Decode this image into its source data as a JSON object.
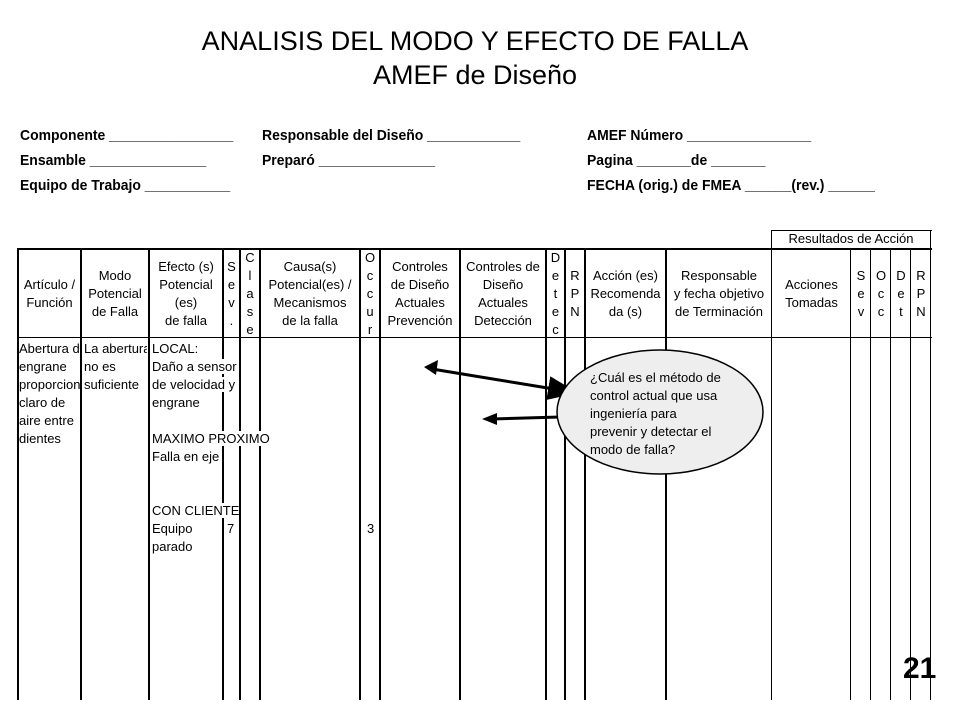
{
  "title": {
    "line1": "ANALISIS DEL MODO Y EFECTO DE FALLA",
    "line2": "AMEF de Diseño"
  },
  "form": {
    "componente": "Componente ________________",
    "responsable": "Responsable del Diseño ____________",
    "amef_numero": "AMEF Número ________________",
    "ensamble": "Ensamble _______________",
    "preparo": "Preparó _______________",
    "pagina": "Pagina _______de _______",
    "equipo": "Equipo de Trabajo ___________",
    "fecha": "FECHA (orig.) de FMEA ______(rev.) ______"
  },
  "table": {
    "group_header": "Resultados de Acción",
    "headers": [
      "Artículo /\nFunción",
      "Modo\nPotencial\nde Falla",
      "Efecto (s)\nPotencial\n(es)\nde falla",
      "S\ne\nv\n.",
      "C\nl\na\ns\ne",
      "Causa(s)\nPotencial(es) /\nMecanismos\nde la falla",
      "O\nc\nc\nu\nr",
      "Controles\nde Diseño\nActuales\nPrevención",
      "Controles de\nDiseño\nActuales\nDetección",
      "D\ne\nt\ne\nc",
      "R\nP\nN",
      "Acción (es)\nRecomenda\nda (s)",
      "Responsable\ny fecha objetivo\nde Terminación",
      "Acciones\nTomadas",
      "S\ne\nv",
      "O\nc\nc",
      "D\ne\nt",
      "R\nP\nN"
    ],
    "row": {
      "articulo": "Abertura de\nengrane\nproporciona\nclaro de\naire entre\ndientes",
      "modo": "La abertura\nno es\nsuficiente",
      "efecto": "LOCAL:\nDaño a sensor\nde velocidad y\nengrane\n\nMAXIMO PROXIMO\nFalla en eje\n\n\nCON CLIENTE\nEquipo\nparado",
      "sev": "7",
      "occur": "3"
    }
  },
  "callout": {
    "text": "¿Cuál es el método de\ncontrol actual que usa\ningeniería para\nprevenir y detectar el\nmodo de falla?",
    "fill": "#eeeeee"
  },
  "page_number": "21"
}
